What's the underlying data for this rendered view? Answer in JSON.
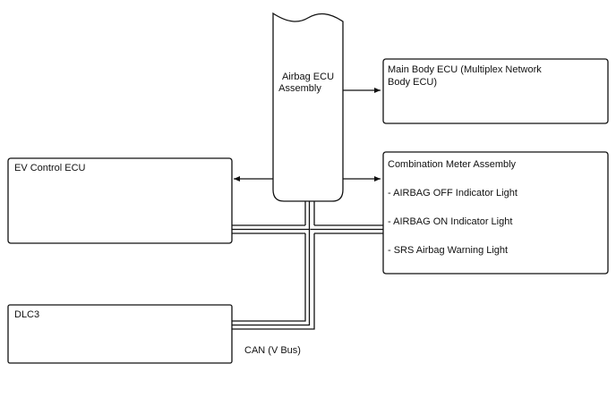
{
  "airbag_ecu": {
    "line1": "Airbag ECU",
    "line2": "Assembly"
  },
  "main_body_ecu": {
    "line1": "Main Body ECU (Multiplex Network",
    "line2": "Body ECU)"
  },
  "ev_control_ecu": {
    "label": "EV Control ECU"
  },
  "combination_meter": {
    "title": "Combination Meter Assembly",
    "items": [
      "- AIRBAG OFF Indicator Light",
      "- AIRBAG ON Indicator Light",
      "- SRS Airbag Warning Light"
    ]
  },
  "dlc3": {
    "label": "DLC3"
  },
  "bus": {
    "label": "CAN (V Bus)"
  }
}
